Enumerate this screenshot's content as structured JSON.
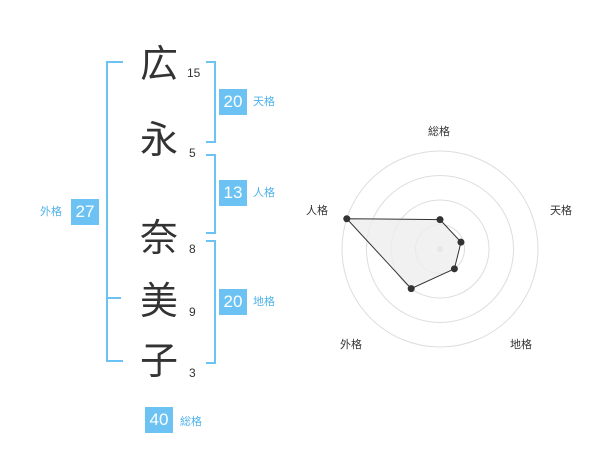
{
  "name": {
    "characters": [
      {
        "char": "広",
        "strokes": "15"
      },
      {
        "char": "永",
        "strokes": "5"
      },
      {
        "char": "奈",
        "strokes": "8"
      },
      {
        "char": "美",
        "strokes": "9"
      },
      {
        "char": "子",
        "strokes": "3"
      }
    ]
  },
  "kakusu": {
    "tenkaku": {
      "value": "20",
      "label": "天格"
    },
    "jinkaku": {
      "value": "13",
      "label": "人格"
    },
    "chikaku": {
      "value": "20",
      "label": "地格"
    },
    "gaikaku": {
      "value": "27",
      "label": "外格"
    },
    "soukaku": {
      "value": "40",
      "label": "総格"
    }
  },
  "colors": {
    "accent": "#6cc3f3",
    "accent_text": "#4fb2ea",
    "ring": "#dddddd",
    "polygon_fill": "#eeeeee"
  },
  "chart_data": {
    "type": "radar",
    "axes": [
      "総格",
      "天格",
      "地格",
      "外格",
      "人格"
    ],
    "levels": 4,
    "rmax": 4,
    "values": [
      1.2,
      0.9,
      1.0,
      2.0,
      4.0
    ]
  }
}
